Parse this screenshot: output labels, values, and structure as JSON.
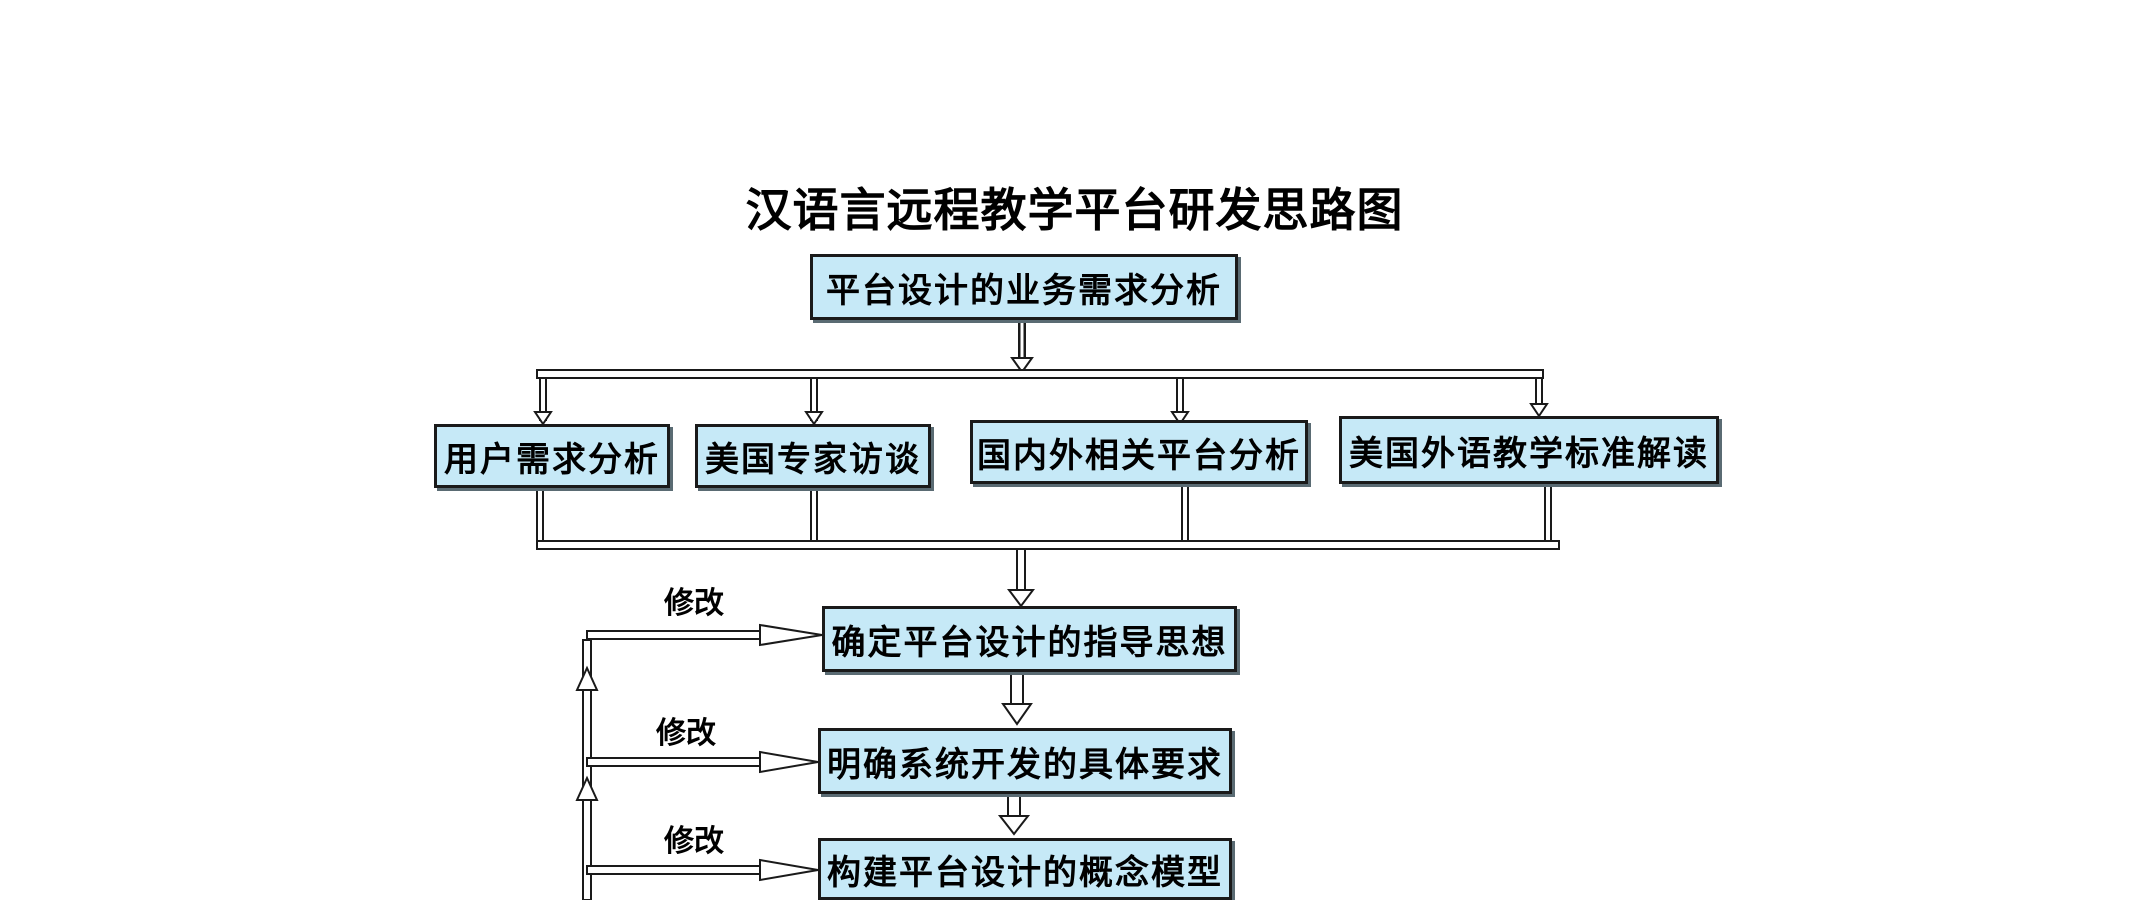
{
  "diagram": {
    "title": "汉语言远程教学平台研发思路图",
    "nodes": {
      "business_analysis": "平台设计的业务需求分析",
      "user_needs": "用户需求分析",
      "us_experts": "美国专家访谈",
      "platforms_review": "国内外相关平台分析",
      "standards_review": "美国外语教学标准解读",
      "guiding_ideas": "确定平台设计的指导思想",
      "requirements": "明确系统开发的具体要求",
      "concept_model": "构建平台设计的概念模型"
    },
    "feedback_labels": [
      "修改",
      "修改",
      "修改"
    ]
  }
}
